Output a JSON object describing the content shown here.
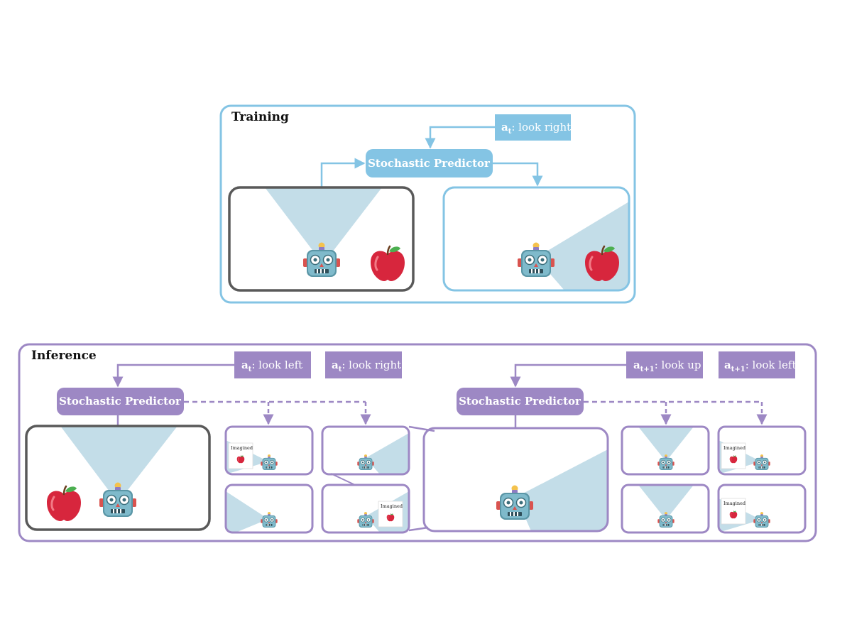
{
  "training": {
    "label": "Training",
    "predictor_label": "Stochastic Predictor",
    "action": {
      "var": "a",
      "sub": "t",
      "text": ": look right"
    }
  },
  "inference": {
    "label": "Inference",
    "predictor_label": "Stochastic Predictor",
    "actions_step1": [
      {
        "var": "a",
        "sub": "t",
        "text": ": look left"
      },
      {
        "var": "a",
        "sub": "t",
        "text": ": look right"
      }
    ],
    "actions_step2": [
      {
        "var": "a",
        "sub": "t+1",
        "text": ": look up"
      },
      {
        "var": "a",
        "sub": "t+1",
        "text": ": look left"
      }
    ],
    "imagined_label": "Imagined"
  },
  "colors": {
    "training_accent": "#84c4e4",
    "inference_accent": "#9d88c4",
    "observation_frame": "#595959",
    "view_cone": "#c3dde8"
  },
  "icons": [
    "robot-icon",
    "apple-icon"
  ]
}
